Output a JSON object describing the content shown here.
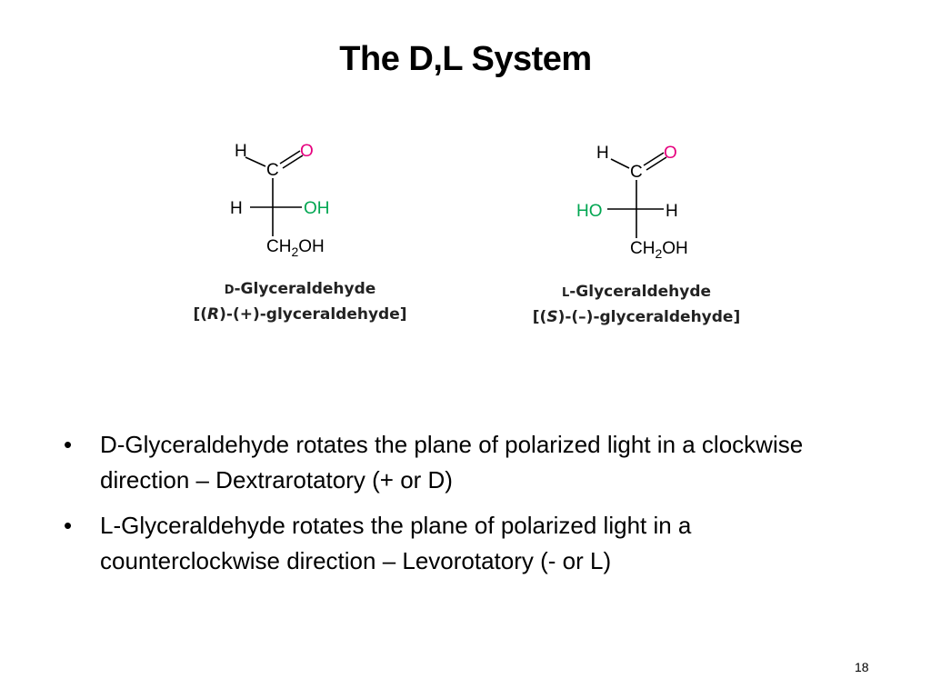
{
  "slide": {
    "title": "The D,L System",
    "page_number": "18"
  },
  "colors": {
    "oxygen": "#e6007e",
    "hydroxyl": "#00a651",
    "bond": "#000000"
  },
  "molecules": [
    {
      "atoms": {
        "h_top": "H",
        "c": "C",
        "o": "O",
        "left": "H",
        "right": "OH",
        "bottom_ch": "CH",
        "bottom_sub": "2",
        "bottom_oh": "OH"
      },
      "caption": {
        "line1_prefix": "D",
        "line1_rest": "-Glyceraldehyde",
        "line2_open": "[(",
        "line2_config": "R",
        "line2_rest": ")-(+)-glyceraldehyde]"
      }
    },
    {
      "atoms": {
        "h_top": "H",
        "c": "C",
        "o": "O",
        "left": "HO",
        "right": "H",
        "bottom_ch": "CH",
        "bottom_sub": "2",
        "bottom_oh": "OH"
      },
      "caption": {
        "line1_prefix": "L",
        "line1_rest": "-Glyceraldehyde",
        "line2_open": "[(",
        "line2_config": "S",
        "line2_rest": ")-(–)-glyceraldehyde]"
      }
    }
  ],
  "bullets": [
    {
      "marker": "•",
      "text": "D-Glyceraldehyde rotates the plane of polarized light in a clockwise direction – Dextrarotatory (+ or D)"
    },
    {
      "marker": "•",
      "text": "L-Glyceraldehyde rotates the plane of polarized light in a counterclockwise direction – Levorotatory (- or L)"
    }
  ]
}
